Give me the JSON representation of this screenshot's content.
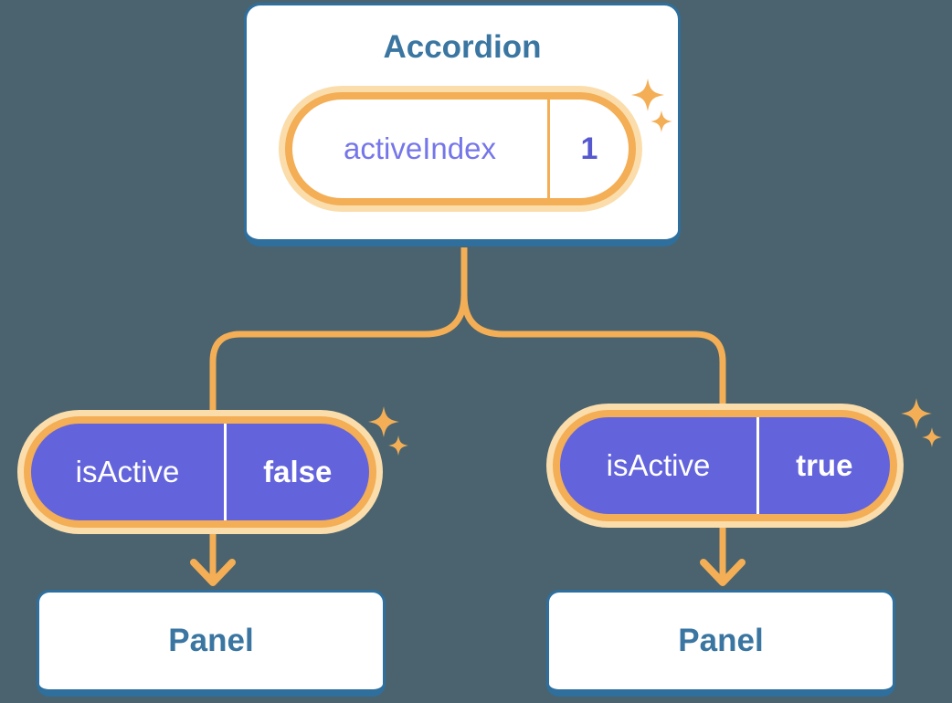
{
  "accordion": {
    "title": "Accordion",
    "state_name": "activeIndex",
    "state_value": "1"
  },
  "left_branch": {
    "prop_name": "isActive",
    "prop_value": "false",
    "panel_label": "Panel"
  },
  "right_branch": {
    "prop_name": "isActive",
    "prop_value": "true",
    "panel_label": "Panel"
  },
  "icons": {
    "sparkle": "✦",
    "arrow_down": "↓"
  },
  "colors": {
    "background": "#4A636E",
    "blue_border": "#2E6F9E",
    "blue_text": "#3A76A1",
    "orange": "#F3AE56",
    "orange_glow": "#FBDDAB",
    "purple": "#6363DC",
    "purple_label": "#7576E9",
    "purple_value": "#5558CE",
    "white": "#FFFFFF"
  }
}
